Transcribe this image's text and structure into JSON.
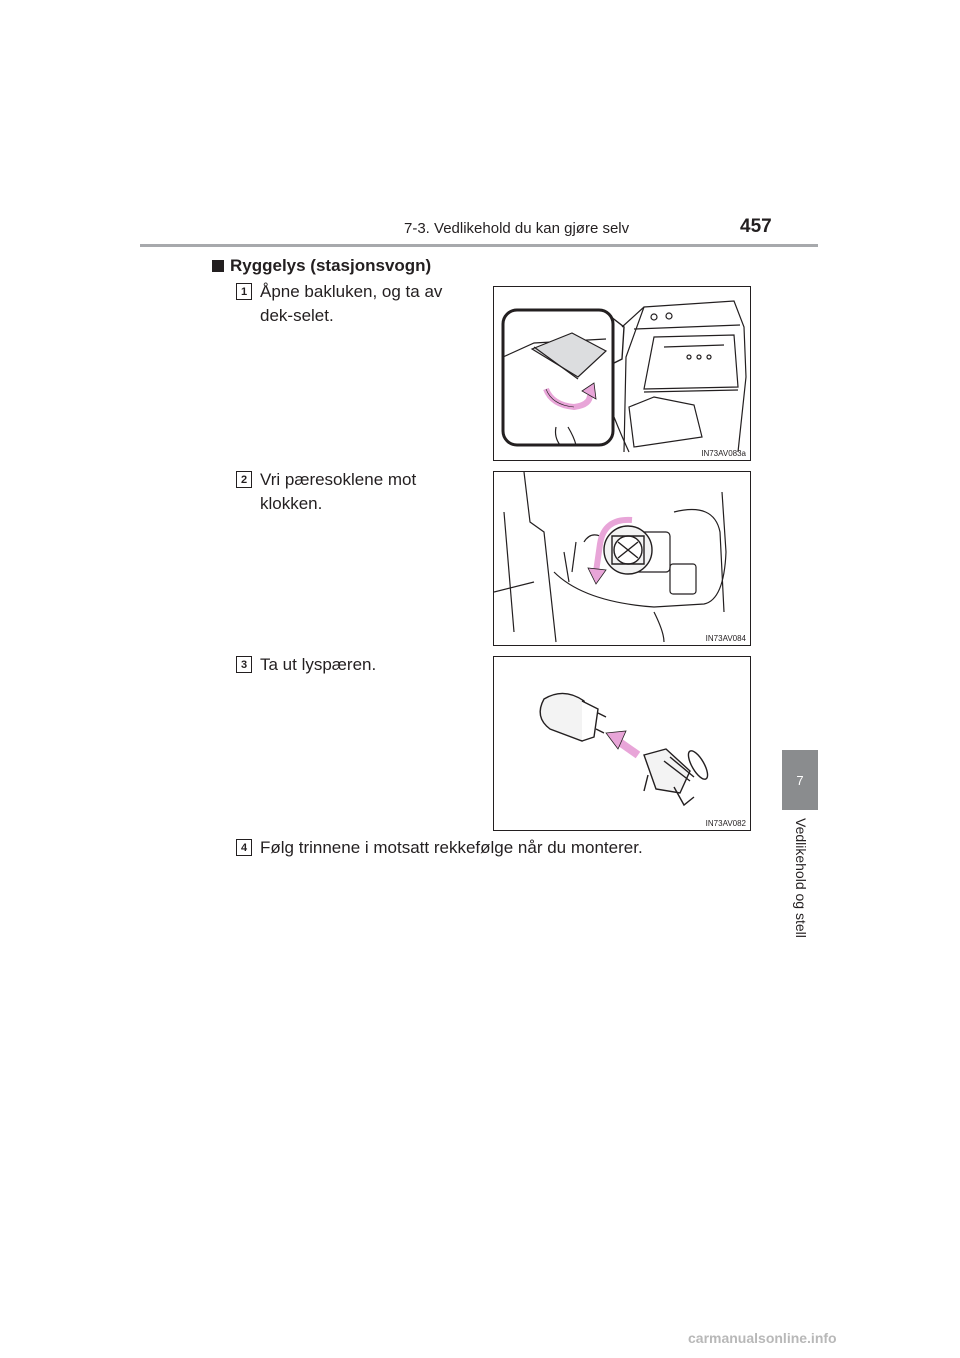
{
  "header": {
    "section": "7-3. Vedlikehold du kan gjøre selv",
    "page_number": "457"
  },
  "sidebar": {
    "chapter_number": "7",
    "chapter_title": "Vedlikehold og stell"
  },
  "section": {
    "heading": "Ryggelys (stasjonsvogn)"
  },
  "steps": [
    {
      "number": "1",
      "text": "Åpne bakluken, og ta av dek-selet."
    },
    {
      "number": "2",
      "text": "Vri pæresoklene mot klokken."
    },
    {
      "number": "3",
      "text": "Ta ut lyspæren."
    },
    {
      "number": "4",
      "text": "Følg trinnene i motsatt rekkefølge når du monterer."
    }
  ],
  "figures": [
    {
      "code": "IN73AV083a"
    },
    {
      "code": "IN73AV084"
    },
    {
      "code": "IN73AV082"
    }
  ],
  "watermark": "carmanualsonline.info",
  "colors": {
    "arrow": "#e8a5d8",
    "tab": "#8a8c8e",
    "rule": "#a7a9ac"
  }
}
